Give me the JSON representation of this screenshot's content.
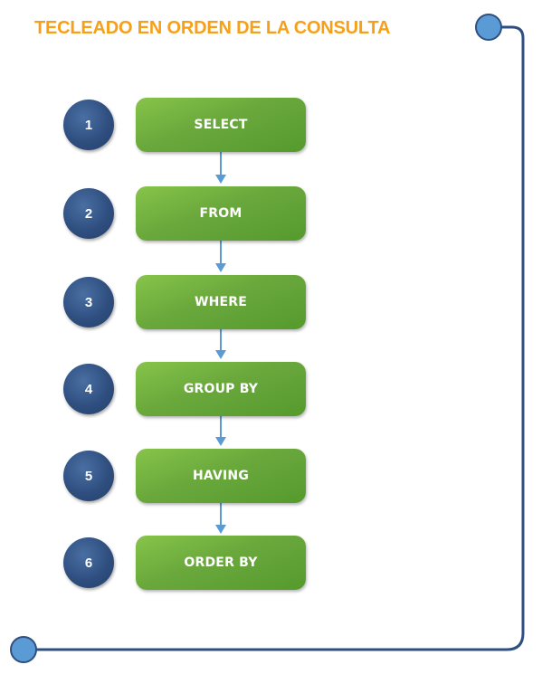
{
  "diagram": {
    "title": "TECLEADO EN ORDEN DE LA CONSULTA",
    "steps": [
      {
        "number": "1",
        "label": "SELECT"
      },
      {
        "number": "2",
        "label": "FROM"
      },
      {
        "number": "3",
        "label": "WHERE"
      },
      {
        "number": "4",
        "label": "GROUP BY"
      },
      {
        "number": "5",
        "label": "HAVING"
      },
      {
        "number": "6",
        "label": "ORDER BY"
      }
    ]
  },
  "colors": {
    "title": "#f6a019",
    "step_box": "#6aa83c",
    "step_number": "#2f4f80",
    "connector": "#5b9bd5",
    "frame": "#2f4f80"
  },
  "icons": {
    "start_marker": "circle-dot",
    "end_marker": "circle-dot",
    "connector": "arrow-down"
  }
}
